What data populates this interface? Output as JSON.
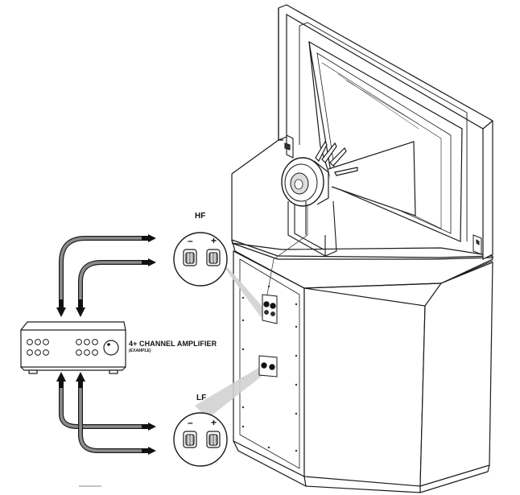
{
  "hf": {
    "label": "HF",
    "minus": "–",
    "plus": "+"
  },
  "lf": {
    "label": "LF",
    "minus": "–",
    "plus": "+"
  },
  "amplifier": {
    "title": "4+ CHANNEL AMPLIFIER",
    "subtitle": "(EXAMPLE)"
  },
  "colors": {
    "line": "#1a1a1a",
    "cable": "#8c8c8c",
    "callout": "#cfcfcf",
    "background": "#ffffff"
  }
}
